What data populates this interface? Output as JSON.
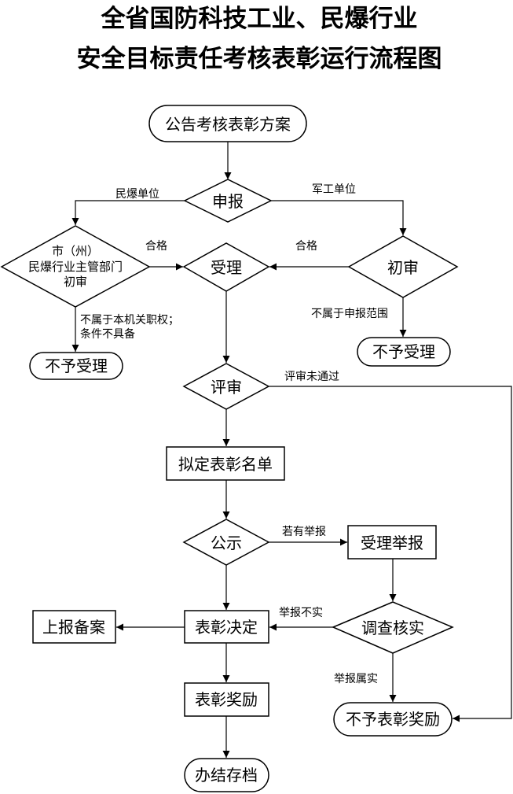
{
  "title": {
    "line1": "全省国防科技工业、民爆行业",
    "line2": "安全目标责任考核表彰运行流程图"
  },
  "nodes": {
    "announce": "公告考核表彰方案",
    "declare": "申报",
    "city_review": [
      "市（州）",
      "民爆行业主管部门",
      "初审"
    ],
    "accept": "受理",
    "preliminary": "初审",
    "reject_left": "不予受理",
    "reject_right": "不予受理",
    "evaluate": "评审",
    "draft_list": "拟定表彰名单",
    "publicize": "公示",
    "accept_report": "受理举报",
    "investigate": "调查核实",
    "decision": "表彰决定",
    "file_report": "上报备案",
    "no_award": "不予表彰奖励",
    "award": "表彰奖励",
    "archive": "办结存档"
  },
  "edges": {
    "civil_explosive": "民爆单位",
    "military": "军工单位",
    "qualified_left": "合格",
    "qualified_right": "合格",
    "not_jurisdiction": [
      "不属于本机关职权；",
      "条件不具备"
    ],
    "out_of_scope": "不属于申报范围",
    "eval_failed": "评审未通过",
    "if_reported": "若有举报",
    "report_false": "举报不实",
    "report_true": "举报属实"
  }
}
